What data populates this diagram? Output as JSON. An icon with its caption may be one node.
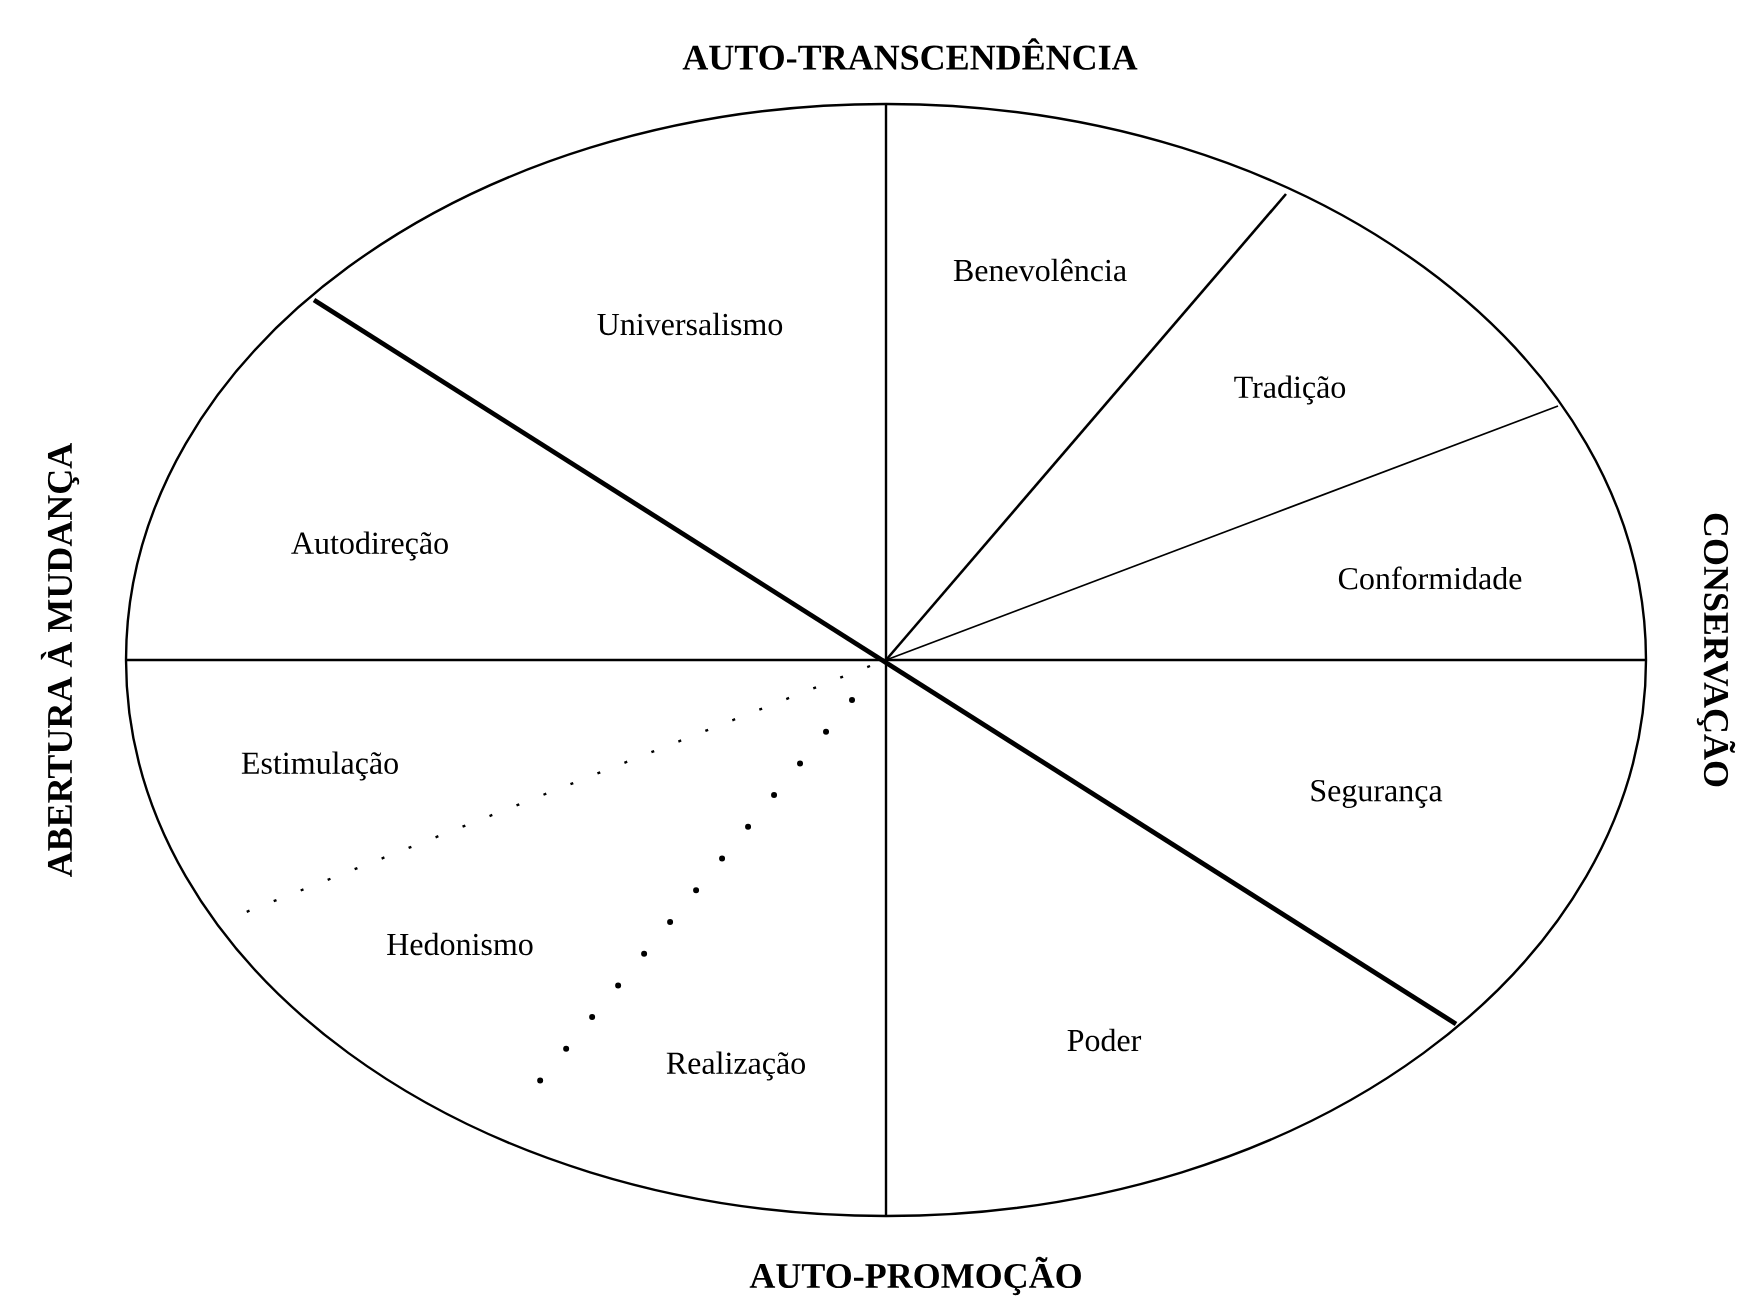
{
  "diagram": {
    "labels": [
      "AUTO-TRANSCENDÊNCIA",
      "Benevolência",
      "Universalismo",
      "Tradição",
      "CONSERVAÇÃO",
      "Autodireção",
      "Conformidade",
      "ABERTURA À MUDANÇA",
      "Estimulação",
      "Segurança",
      "Hedonismo",
      "Poder",
      "Realização",
      "AUTO-PROMOÇÃO"
    ]
  }
}
